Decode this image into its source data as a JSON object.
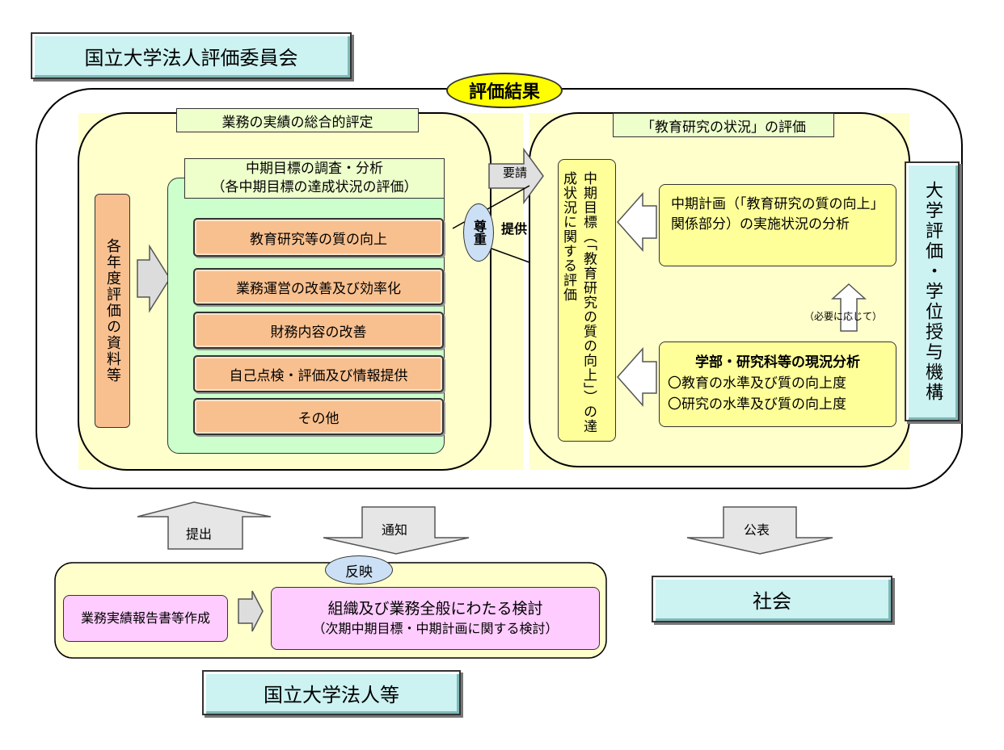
{
  "committee": {
    "title": "国立大学法人評価委員会"
  },
  "result_label": "評価結果",
  "overall": {
    "title": "業務の実績の総合的評定"
  },
  "annual_materials": "各年度評価の資料等",
  "midterm": {
    "title_line1": "中期目標の調査・分析",
    "title_line2": "（各中期目標の達成状況の評価）",
    "items": [
      "教育研究等の質の向上",
      "業務運営の改善及び効率化",
      "財務内容の改善",
      "自己点検・評価及び情報提供",
      "その他"
    ]
  },
  "respect": "尊重",
  "provide": "提供",
  "request": "要請",
  "edu_research": {
    "title": "「教育研究の状況」の評価",
    "achievement": "中期目標（「教育研究の質の向上」）の達成状況に関する評価",
    "plan_analysis": "中期計画（「教育研究の質の向上」関係部分）の実施状況の分析",
    "as_needed": "（必要に応じて）",
    "faculty_title": "学部・研究科等の現況分析",
    "faculty_line1": "〇教育の水準及び質の向上度",
    "faculty_line2": "〇研究の水準及び質の向上度"
  },
  "niad": "大学評価・学位授与機構",
  "submit": "提出",
  "notify": "通知",
  "publish": "公表",
  "reflect": "反映",
  "report": "業務実績報告書等作成",
  "review_line1": "組織及び業務全般にわたる検討",
  "review_line2": "（次期中期目標・中期計画に関する検討）",
  "society": "社会",
  "university": "国立大学法人等"
}
